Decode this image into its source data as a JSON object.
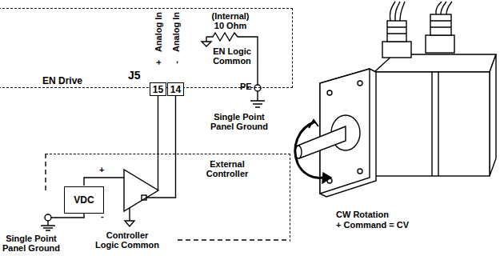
{
  "diagram": {
    "nodes": [
      {
        "text": [
          "EN Drive"
        ]
      },
      {
        "text": [
          "15"
        ],
        "in": 0
      },
      {
        "text": [
          "14"
        ],
        "in": 0
      },
      {
        "text": [
          "External Controller"
        ]
      },
      {
        "text": [
          "VDC"
        ],
        "in": 3
      }
    ],
    "labels": [
      "J5",
      "Analog In",
      "+",
      "Analog In",
      "-",
      "(Internal) 10 Ohm",
      "EN Logic Common",
      "PE",
      "Single Point Panel Ground",
      "+",
      "-",
      "Single Point Panel Ground",
      "Controller Logic Common",
      "CW Rotation",
      "+ Command = CV"
    ]
  }
}
